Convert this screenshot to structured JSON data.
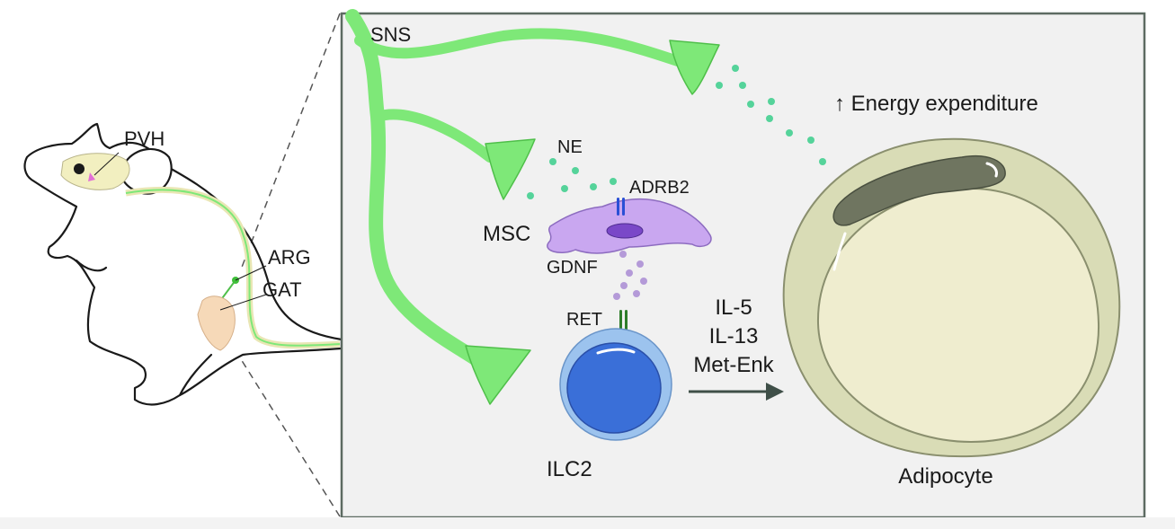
{
  "labels": {
    "pvh": "PVH",
    "arg": "ARG",
    "gat": "GAT",
    "sns": "SNS",
    "ne": "NE",
    "adrb2": "ADRB2",
    "msc": "MSC",
    "gdnf": "GDNF",
    "ret": "RET",
    "ilc2": "ILC2",
    "il5": "IL-5",
    "il13": "IL-13",
    "metenk": "Met-Enk",
    "energy": "↑ Energy expenditure",
    "adipocyte": "Adipocyte"
  },
  "colors": {
    "nerve": "#7ee878",
    "nerve_stroke": "#4fbf4a",
    "ne_dot": "#55d39a",
    "gdnf_dot": "#b49ad8",
    "msc": "#c9a7f0",
    "ilc2_outer": "#9cc3ee",
    "ilc2_nucleus": "#3a6fd8",
    "adipocyte_outer": "#d9dcb6",
    "adipocyte_inner": "#efedcf",
    "lipid": "#6f7560",
    "panel_bg": "#f1f1f1",
    "panel_border": "#5d6b62"
  }
}
